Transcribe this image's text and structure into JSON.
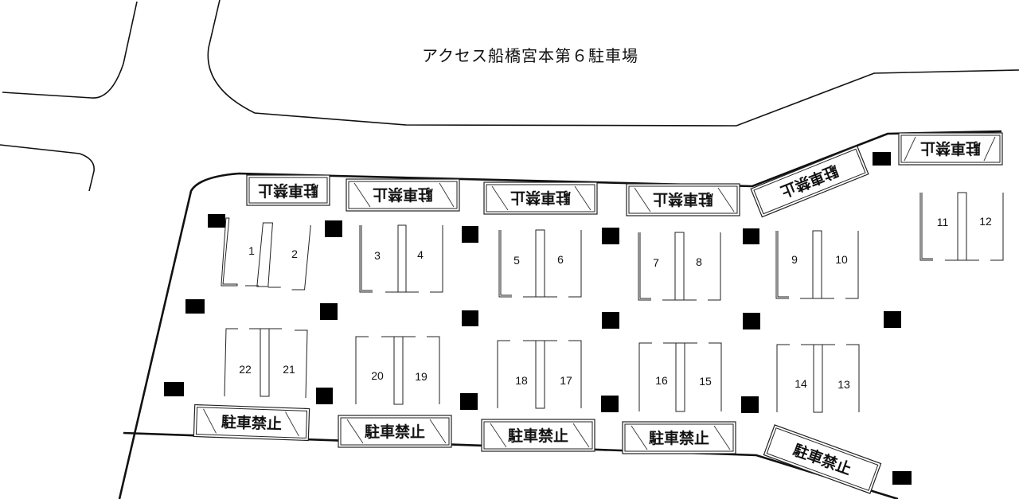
{
  "title": "アクセス船橋宮本第６駐車場",
  "no_parking_label": "駐車禁止",
  "colors": {
    "line": "#111111",
    "post": "#000000",
    "background": "#ffffff"
  },
  "spaces": {
    "s1": "1",
    "s2": "2",
    "s3": "3",
    "s4": "4",
    "s5": "5",
    "s6": "6",
    "s7": "7",
    "s8": "8",
    "s9": "9",
    "s10": "10",
    "s11": "11",
    "s12": "12",
    "s13": "13",
    "s14": "14",
    "s15": "15",
    "s16": "16",
    "s17": "17",
    "s18": "18",
    "s19": "19",
    "s20": "20",
    "s21": "21",
    "s22": "22"
  },
  "space_count": 22
}
